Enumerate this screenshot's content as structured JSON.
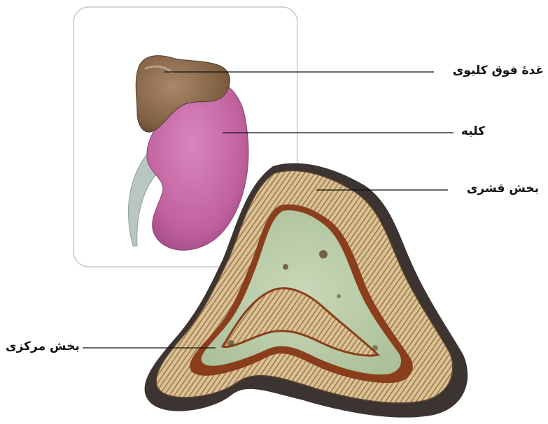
{
  "labels": {
    "adrenal_gland": "غدهٔ فوق کلیوی",
    "kidney": "کلیه",
    "cortex": "بخش قشری",
    "medulla": "بخش مرکزی"
  },
  "colors": {
    "card_border": "#c9c9c9",
    "kidney": "#c0619e",
    "adrenal_cap": "#8a6a4a",
    "ureter": "#b9c7c2",
    "cortex": "#d7b98a",
    "cortex_stripe": "#8c6b45",
    "medulla": "#b7c9a6",
    "boundary": "#8a3e1c",
    "capsule": "#3b3430",
    "leader_line": "#111111"
  }
}
